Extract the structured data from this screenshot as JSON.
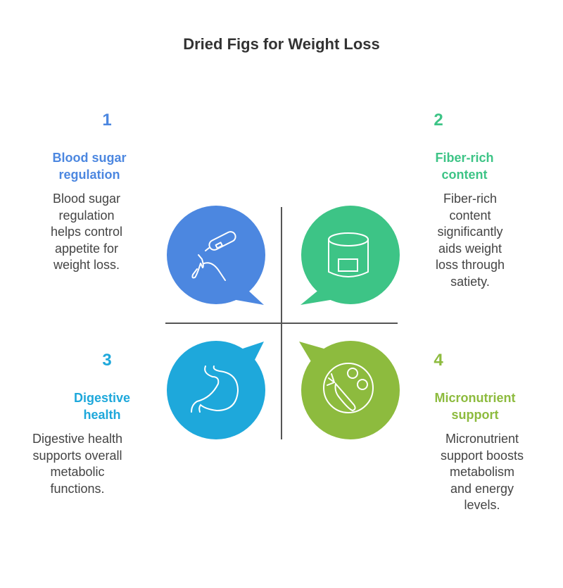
{
  "title": "Dried Figs for Weight Loss",
  "items": [
    {
      "number": "1",
      "heading_l1": "Blood sugar",
      "heading_l2": "regulation",
      "color": "#4C87E0",
      "desc": [
        "Blood sugar",
        "regulation",
        "helps control",
        "appetite for",
        "weight loss."
      ],
      "icon": "glucose-meter-icon"
    },
    {
      "number": "2",
      "heading_l1": "Fiber-rich",
      "heading_l2": "content",
      "color": "#3DC486",
      "desc": [
        "Fiber-rich",
        "content",
        "significantly",
        "aids weight",
        "loss through",
        "satiety."
      ],
      "icon": "canister-icon"
    },
    {
      "number": "3",
      "heading_l1": "Digestive",
      "heading_l2": "health",
      "color": "#1EA8DB",
      "desc": [
        "Digestive health",
        "supports overall",
        "metabolic",
        "functions."
      ],
      "icon": "stomach-icon"
    },
    {
      "number": "4",
      "heading_l1": "Micronutrient",
      "heading_l2": "support",
      "color": "#8DBB3E",
      "desc": [
        "Micronutrient",
        "support boosts",
        "metabolism",
        "and energy",
        "levels."
      ],
      "icon": "vegetables-icon"
    }
  ]
}
